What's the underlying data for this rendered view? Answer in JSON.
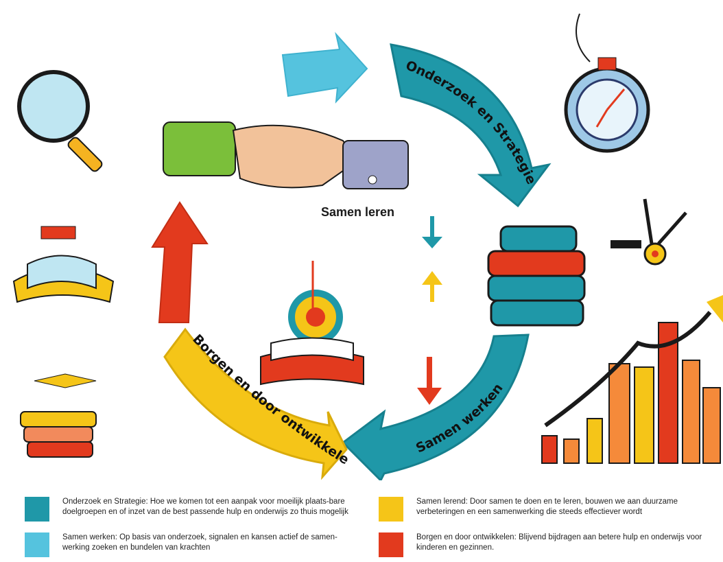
{
  "center_label": "Samen leren",
  "arc_labels": {
    "onderzoek": "Onderzoek en Strategie",
    "samen_werken": "Samen werken",
    "borgen": "Borgen en door ontwikkelen"
  },
  "colors": {
    "teal": "#1f98a8",
    "light_blue": "#55c3de",
    "yellow": "#f5c518",
    "red": "#e23a1e",
    "green": "#7bbf3a"
  },
  "icons": [
    "magnifier-icon",
    "handshake-icon",
    "stopwatch-icon",
    "graduation-books-icon",
    "book-stack-icon",
    "clock-hands-icon",
    "target-book-icon",
    "bar-chart-growth-icon"
  ],
  "legend": [
    {
      "color": "#1f98a8",
      "text": "Onderzoek en Strategie: Hoe we komen tot een aanpak voor moeilijk plaats-bare doelgroepen en of inzet van de best passende hulp en onderwijs zo thuis mogelijk"
    },
    {
      "color": "#55c3de",
      "text": "Samen werken: Op basis van onderzoek, signalen en kansen actief de samen-werking zoeken en bundelen van krachten"
    },
    {
      "color": "#f5c518",
      "text": "Samen lerend: Door samen te doen en te leren, bouwen we aan duurzame verbeteringen en een samenwerking die steeds effectiever wordt"
    },
    {
      "color": "#e23a1e",
      "text": "Borgen en door ontwikkelen: Blijvend bijdragen aan betere hulp en onderwijs voor kinderen en gezinnen."
    }
  ]
}
